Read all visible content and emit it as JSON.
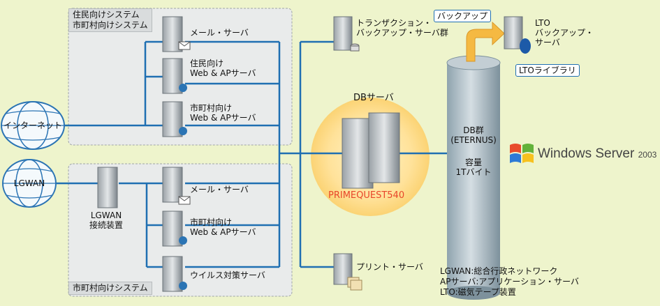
{
  "group_boxes": {
    "resident_label": "住民向けシステム\n市町村向けシステム",
    "municipal_label": "市町村向けシステム"
  },
  "networks": {
    "internet": "インターネット",
    "lgwan": "LGWAN"
  },
  "servers": {
    "mail_top": "メール・サーバ",
    "resident_web": "住民向け\nWeb & APサーバ",
    "municipal_web_top": "市町村向け\nWeb & APサーバ",
    "lgwan_device": "LGWAN\n接続装置",
    "mail_bottom": "メール・サーバ",
    "municipal_web_bottom": "市町村向け\nWeb & APサーバ",
    "antivirus": "ウイルス対策サーバ",
    "transaction_backup": "トランザクション・\nバックアップ・サーバ群",
    "print": "プリント・サーバ",
    "lto_backup": "LTO\nバックアップ・\nサーバ"
  },
  "db": {
    "title": "DBサーバ",
    "model": "PRIMEQUEST540",
    "cylinder_label": "DB群\n(ETERNUS)",
    "capacity_label": "容量\n1Tバイト"
  },
  "callouts": {
    "backup": "バックアップ",
    "lto_library": "LTOライブラリ"
  },
  "brand": {
    "name": "Windows Server",
    "version": "2003"
  },
  "legend": {
    "line1": "LGWAN:総合行政ネットワーク",
    "line2": "APサーバ:アプリケーション・サーバ",
    "line3": "LTO:磁気テープ装置"
  },
  "colors": {
    "background": "#eef4cc",
    "network_line": "#1f6fb2",
    "model_text": "#e8462a",
    "arrow": "#f5b942"
  }
}
